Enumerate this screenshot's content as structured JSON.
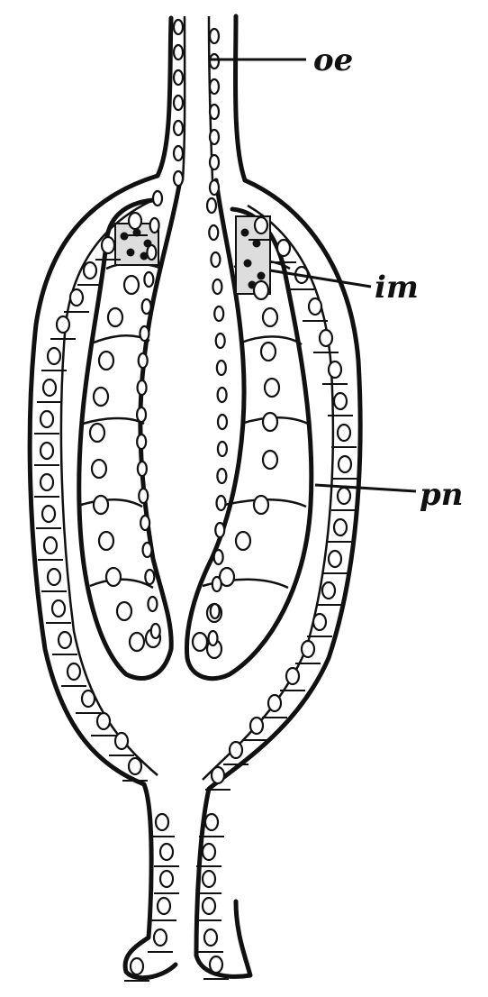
{
  "figure": {
    "labels": [
      {
        "id": "oe",
        "text": "oe"
      },
      {
        "id": "im",
        "text": "im"
      },
      {
        "id": "pn",
        "text": "pn"
      }
    ]
  }
}
